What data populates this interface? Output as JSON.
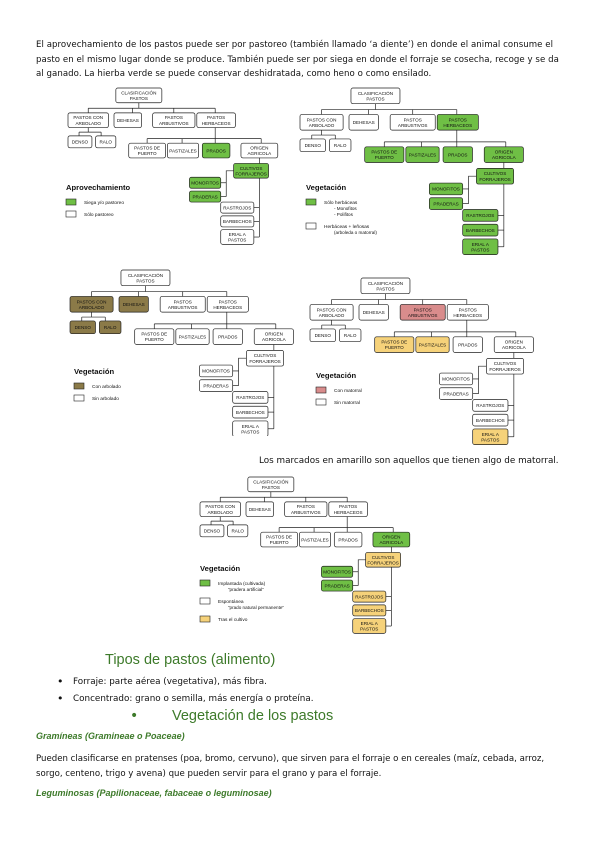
{
  "intro_text": "El aprovechamiento de los pastos puede ser por pastoreo (también llamado ‘a diente’) en donde el animal consume el pasto en el mismo lugar donde se produce. También puede ser por siega en donde el forraje se cosecha, recoge y se da al ganado. La hierba verde se puede conservar deshidratada, como heno o como ensilado.",
  "nodes": {
    "root": "CLASIFICACIÓN",
    "root2": "PASTOS",
    "con_arbolado": "PASTOS CON",
    "con_arbolado2": "ARBOLADO",
    "dehesas": "DEHESAS",
    "arbustivos": "PASTOS",
    "arbustivos2": "ARBUSTIVOS",
    "herbaceos": "PASTOS",
    "herbaceos2": "HERBACEOS",
    "denso": "DENSO",
    "ralo": "RALO",
    "puerto": "PASTOS DE",
    "puerto2": "PUERTO",
    "pastizales": "PASTIZALES",
    "prados": "PRADOS",
    "origen": "ORIGEN",
    "origen2": "AGRICOLA",
    "cultivos": "CULTIVOS",
    "cultivos2": "FORRAJEROS",
    "monofitos": "MONOFITOS",
    "praderas": "PRADERAS",
    "rastrojos": "RASTROJOS",
    "barbechos": "BARBECHOS",
    "erial": "ERIAL A",
    "erial2": "PASTOS"
  },
  "figures": [
    {
      "title": "Aprovechamiento",
      "legend": [
        {
          "label": "Siega y/o pastoreo",
          "color": "#6fbf45"
        },
        {
          "label": "Sólo pastoreo",
          "color": "#ffffff"
        }
      ]
    },
    {
      "title": "Vegetación",
      "legend": [
        {
          "label": "Sólo herbáceas",
          "extra": [
            "- Monofitos",
            "- Polifitos"
          ],
          "color": "#6fbf45"
        },
        {
          "label": "Herbáceas + leñosas",
          "extra": [
            "(arboleda o matorral)"
          ],
          "color": "#ffffff"
        }
      ]
    },
    {
      "title": "Vegetación",
      "legend": [
        {
          "label": "Con arbolado",
          "color": "#8b7a48"
        },
        {
          "label": "Sin arbolado",
          "color": "#ffffff"
        }
      ]
    },
    {
      "title": "Vegetación",
      "legend": [
        {
          "label": "Con matorral",
          "color": "#d98c8c"
        },
        {
          "label": "Sin matorral",
          "color": "#ffffff"
        }
      ]
    },
    {
      "title": "Vegetación",
      "legend": [
        {
          "label": "Implantada (cultivada)",
          "extra": [
            "“pradera artificial”"
          ],
          "color": "#6fbf45"
        },
        {
          "label": "Espontánea",
          "extra": [
            "“prado natural permanente”"
          ],
          "color": "#ffffff"
        },
        {
          "label": "Tras el cultivo",
          "color": "#f6d27a"
        }
      ]
    }
  ],
  "caption": "Los marcados en amarillo son aquellos que tienen algo de matorral.",
  "heading_tipos": "Tipos de pastos (alimento)",
  "bullets": [
    "Forraje: parte aérea (vegetativa), más fibra.",
    "Concentrado: grano o semilla, más energía o proteína."
  ],
  "heading_vegetacion": "Vegetación de los pastos",
  "sub_gramineas": "Gramíneas (Gramineae o Poaceae)",
  "para_gramineas": "Pueden clasificarse en pratenses (poa, bromo, cervuno), que sirven para el forraje o en cereales (maíz, cebada, arroz, sorgo, centeno, trigo y avena) que pueden servir para el grano y para el forraje.",
  "sub_leguminosas": "Leguminosas (Papilionaceae, fabaceae o leguminosae)",
  "colors": {
    "green": "#6fbf45",
    "brown": "#8b7a48",
    "pink": "#d98c8c",
    "yellow": "#f6d27a",
    "heading": "#3d7a2a"
  }
}
